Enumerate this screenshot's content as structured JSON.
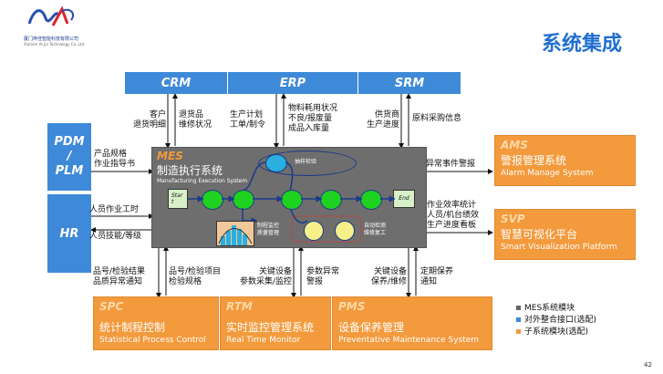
{
  "company": {
    "name": "厦门烨佳智能科技有限公司",
    "name_en": "Xiamen Ye Jia Technology Co.,Ltd."
  },
  "title": "系统集成",
  "page_number": "42",
  "top_systems": [
    "CRM",
    "ERP",
    "SRM"
  ],
  "left_systems": {
    "pdm": "PDM\n/\nPLM",
    "hr": "HR"
  },
  "mes": {
    "abbr": "MES",
    "name": "制造执行系统",
    "name_en": "Manufacturing Execution System",
    "start": "Star\nt",
    "end": "End",
    "sampling": "抽样检验",
    "monitor": "制程监控\n质量管理",
    "auto_check": "自动检测\n维修复工"
  },
  "annotations": {
    "crm_down": "客户\n退货明细",
    "crm_up": "退货品\n维修状况",
    "erp_down": "生产计划\n工单/制令",
    "erp_up": "物料耗用状况\n不良/报废量\n成品入库量",
    "srm_down": "供货商\n生产进度",
    "srm_up": "原料采购信息",
    "pdm_in": "产品规格\n作业指导书",
    "hr_in1": "人员作业工时",
    "hr_in2": "人员技能/等级",
    "ams_out": "异常事件警报",
    "svp_out": "作业效率统计\n人员/机台绩效\n生产进度看板",
    "spc_up": "品号/检验结果\n品质异常通知",
    "spc_down": "品号/检验项目\n检验规格",
    "rtm_down": "关键设备\n参数采集/监控",
    "rtm_up": "参数异常\n警报",
    "pms_down": "关键设备\n保养/维修",
    "pms_up": "定期保养\n通知"
  },
  "right_systems": [
    {
      "abbr": "AMS",
      "cn": "警报管理系统",
      "en": "Alarm Manage System"
    },
    {
      "abbr": "SVP",
      "cn": "智慧可视化平台",
      "en": "Smart Visualization Platform"
    }
  ],
  "bottom_systems": [
    {
      "abbr": "SPC",
      "cn": "统计制程控制",
      "en": "Statistical Process Control"
    },
    {
      "abbr": "RTM",
      "cn": "实时监控管理系统",
      "en": "Real Time Monitor"
    },
    {
      "abbr": "PMS",
      "cn": "设备保养管理",
      "en": "Preventative Maintenance System"
    }
  ],
  "legend": [
    {
      "label": "MES系统模块",
      "color": "#666666"
    },
    {
      "label": "对外整合接口(选配)",
      "color": "#3e8ad8"
    },
    {
      "label": "子系统模块(选配)",
      "color": "#f39a3d"
    }
  ],
  "colors": {
    "blue": "#3e8ad8",
    "orange": "#f39a3d",
    "mes_bg": "#6e6e6e",
    "title_blue": "#1f6fd0",
    "green": "#1fd21f"
  }
}
